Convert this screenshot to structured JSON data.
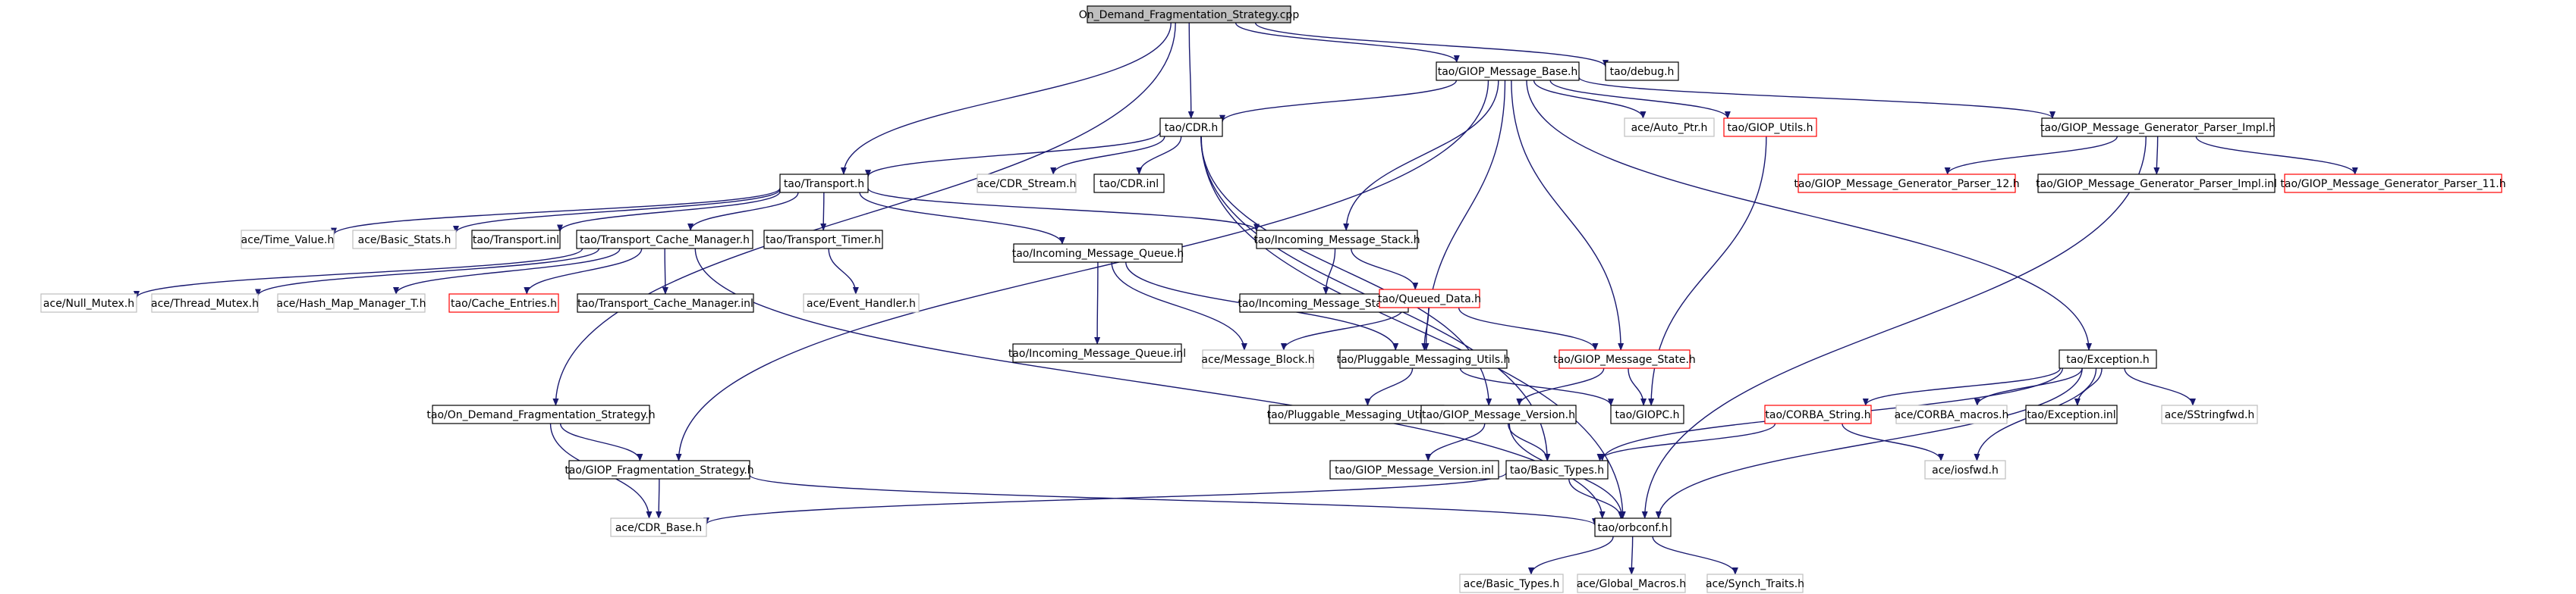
{
  "colors": {
    "edge": "#191970",
    "black": "#000000",
    "red": "#ff0000",
    "gray": "#bfbfbf",
    "root_fill": "#bfbfbf"
  },
  "nodes": [
    {
      "id": "root",
      "label": "On_Demand_Fragmentation_Strategy.cpp",
      "style": "root"
    },
    {
      "id": "debug",
      "label": "tao/debug.h",
      "style": "black"
    },
    {
      "id": "gmb",
      "label": "tao/GIOP_Message_Base.h",
      "style": "black"
    },
    {
      "id": "cdr",
      "label": "tao/CDR.h",
      "style": "black"
    },
    {
      "id": "autoptr",
      "label": "ace/Auto_Ptr.h",
      "style": "gray"
    },
    {
      "id": "gutils",
      "label": "tao/GIOP_Utils.h",
      "style": "red"
    },
    {
      "id": "gmgpi",
      "label": "tao/GIOP_Message_Generator_Parser_Impl.h",
      "style": "black"
    },
    {
      "id": "transport",
      "label": "tao/Transport.h",
      "style": "black"
    },
    {
      "id": "cdrstream",
      "label": "ace/CDR_Stream.h",
      "style": "gray"
    },
    {
      "id": "cdrinl",
      "label": "tao/CDR.inl",
      "style": "black"
    },
    {
      "id": "gmgp12",
      "label": "tao/GIOP_Message_Generator_Parser_12.h",
      "style": "red"
    },
    {
      "id": "gmgpiinl",
      "label": "tao/GIOP_Message_Generator_Parser_Impl.inl",
      "style": "black"
    },
    {
      "id": "gmgp11",
      "label": "tao/GIOP_Message_Generator_Parser_11.h",
      "style": "red"
    },
    {
      "id": "timevalue",
      "label": "ace/Time_Value.h",
      "style": "gray"
    },
    {
      "id": "basicstats",
      "label": "ace/Basic_Stats.h",
      "style": "gray"
    },
    {
      "id": "transinl",
      "label": "tao/Transport.inl",
      "style": "black"
    },
    {
      "id": "tcm",
      "label": "tao/Transport_Cache_Manager.h",
      "style": "black"
    },
    {
      "id": "ttimer",
      "label": "tao/Transport_Timer.h",
      "style": "black"
    },
    {
      "id": "ims",
      "label": "tao/Incoming_Message_Stack.h",
      "style": "black"
    },
    {
      "id": "nullmutex",
      "label": "ace/Null_Mutex.h",
      "style": "gray"
    },
    {
      "id": "threadmutex",
      "label": "ace/Thread_Mutex.h",
      "style": "gray"
    },
    {
      "id": "hashmap",
      "label": "ace/Hash_Map_Manager_T.h",
      "style": "gray"
    },
    {
      "id": "cacheentries",
      "label": "tao/Cache_Entries.h",
      "style": "red"
    },
    {
      "id": "tcminl",
      "label": "tao/Transport_Cache_Manager.inl",
      "style": "black"
    },
    {
      "id": "eventhandler",
      "label": "ace/Event_Handler.h",
      "style": "gray"
    },
    {
      "id": "imq",
      "label": "tao/Incoming_Message_Queue.h",
      "style": "black"
    },
    {
      "id": "imsinl",
      "label": "tao/Incoming_Message_Stack.inl",
      "style": "black"
    },
    {
      "id": "queued",
      "label": "tao/Queued_Data.h",
      "style": "red"
    },
    {
      "id": "imqinl",
      "label": "tao/Incoming_Message_Queue.inl",
      "style": "black"
    },
    {
      "id": "msgblock",
      "label": "ace/Message_Block.h",
      "style": "gray"
    },
    {
      "id": "pmu",
      "label": "tao/Pluggable_Messaging_Utils.h",
      "style": "black"
    },
    {
      "id": "gms",
      "label": "tao/GIOP_Message_State.h",
      "style": "red"
    },
    {
      "id": "exception",
      "label": "tao/Exception.h",
      "style": "black"
    },
    {
      "id": "odfs",
      "label": "tao/On_Demand_Fragmentation_Strategy.h",
      "style": "black"
    },
    {
      "id": "pmuinl",
      "label": "tao/Pluggable_Messaging_Utils.inl",
      "style": "black"
    },
    {
      "id": "gmv",
      "label": "tao/GIOP_Message_Version.h",
      "style": "black"
    },
    {
      "id": "giopc",
      "label": "tao/GIOPC.h",
      "style": "black"
    },
    {
      "id": "corbastring",
      "label": "tao/CORBA_String.h",
      "style": "red"
    },
    {
      "id": "corbamacros",
      "label": "ace/CORBA_macros.h",
      "style": "gray"
    },
    {
      "id": "excinl",
      "label": "tao/Exception.inl",
      "style": "black"
    },
    {
      "id": "sstringfwd",
      "label": "ace/SStringfwd.h",
      "style": "gray"
    },
    {
      "id": "gfs",
      "label": "tao/GIOP_Fragmentation_Strategy.h",
      "style": "black"
    },
    {
      "id": "gmvinl",
      "label": "tao/GIOP_Message_Version.inl",
      "style": "black"
    },
    {
      "id": "basictypes",
      "label": "tao/Basic_Types.h",
      "style": "black"
    },
    {
      "id": "iosfwd",
      "label": "ace/iosfwd.h",
      "style": "gray"
    },
    {
      "id": "cdrbase",
      "label": "ace/CDR_Base.h",
      "style": "gray"
    },
    {
      "id": "orbconf",
      "label": "tao/orbconf.h",
      "style": "black"
    },
    {
      "id": "acebasictypes",
      "label": "ace/Basic_Types.h",
      "style": "gray"
    },
    {
      "id": "globalmacros",
      "label": "ace/Global_Macros.h",
      "style": "gray"
    },
    {
      "id": "synchtraits",
      "label": "ace/Synch_Traits.h",
      "style": "gray"
    }
  ]
}
